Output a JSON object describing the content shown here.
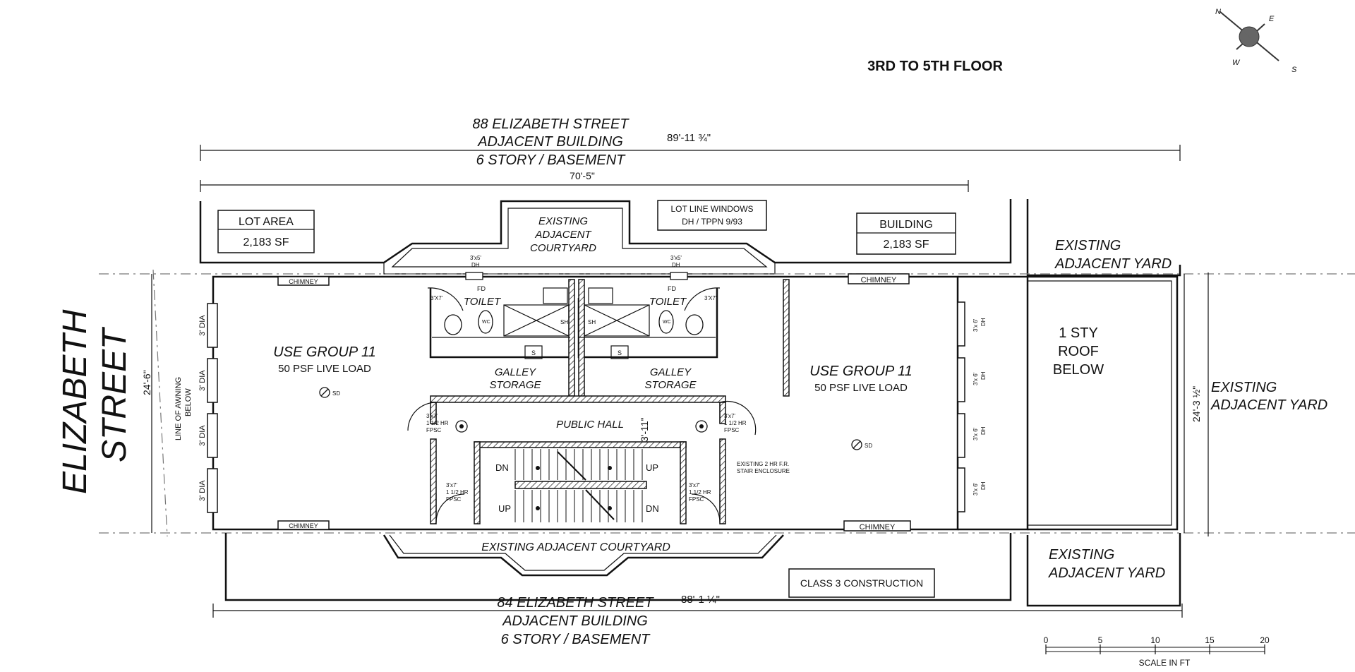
{
  "title": "3RD TO 5TH FLOOR",
  "street": {
    "line1": "ELIZABETH",
    "line2": "STREET"
  },
  "north_building": {
    "line1": "88 ELIZABETH STREET",
    "line2": "ADJACENT BUILDING",
    "line3": "6 STORY / BASEMENT",
    "dim_total": "89'-11 ¾\"",
    "dim_building": "70'-5\""
  },
  "south_building": {
    "line1": "84 ELIZABETH STREET",
    "line2": "ADJACENT BUILDING",
    "line3": "6 STORY / BASEMENT",
    "dim_total": "88'-1 ¼\""
  },
  "lot_area": {
    "label": "LOT AREA",
    "value": "2,183 SF"
  },
  "building_area": {
    "label": "BUILDING",
    "value": "2,183 SF"
  },
  "lot_line_windows": {
    "line1": "LOT LINE WINDOWS",
    "line2": "DH / TPPN 9/93"
  },
  "courtyard_north": {
    "line1": "EXISTING",
    "line2": "ADJACENT",
    "line3": "COURTYARD"
  },
  "courtyard_south": "EXISTING ADJACENT COURTYARD",
  "yards": {
    "north": {
      "line1": "EXISTING",
      "line2": "ADJACENT YARD"
    },
    "east": {
      "line1": "EXISTING",
      "line2": "ADJACENT YARD"
    },
    "south": {
      "line1": "EXISTING",
      "line2": "ADJACENT YARD"
    }
  },
  "roof": {
    "line1": "1 STY",
    "line2": "ROOF",
    "line3": "BELOW"
  },
  "use_group_west": {
    "line1": "USE GROUP 11",
    "line2": "50 PSF LIVE LOAD"
  },
  "use_group_east": {
    "line1": "USE GROUP 11",
    "line2": "50 PSF LIVE LOAD"
  },
  "smoke_detector": "SD",
  "chimney": "CHIMNEY",
  "toilet": "TOILET",
  "fd": "FD",
  "shower": "SH",
  "sink": "S",
  "wc": "WC",
  "galley": {
    "line1": "GALLEY",
    "line2": "STORAGE"
  },
  "public_hall": "PUBLIC HALL",
  "hall_dim": "3'-11\"",
  "stair_enclosure": {
    "line1": "EXISTING 2 HR F.R.",
    "line2": "STAIR ENCLOSURE"
  },
  "door_fpsc": {
    "line1": "3'x7'",
    "line2": "1 1/2 HR",
    "line3": "FPSC"
  },
  "window_dh_north": {
    "line1": "3'x5'",
    "line2": "DH"
  },
  "window_3x7": "3'X7'",
  "stairs": {
    "dn": "DN",
    "up": "UP"
  },
  "window_3dia": "3' DIA",
  "window_dh_rear": {
    "line1": "3'x 6'",
    "line2": "DH"
  },
  "awning": {
    "line1": "LINE OF AWNING",
    "line2": "BELOW"
  },
  "dim_width_front": "24'-6\"",
  "dim_width_rear": "24'-3 ½\"",
  "construction_class": "CLASS 3 CONSTRUCTION",
  "scale": {
    "ticks": [
      "0",
      "5",
      "10",
      "15",
      "20"
    ],
    "label": "SCALE IN FT"
  },
  "compass": {
    "n": "N",
    "e": "E",
    "w": "W",
    "s": "S"
  }
}
